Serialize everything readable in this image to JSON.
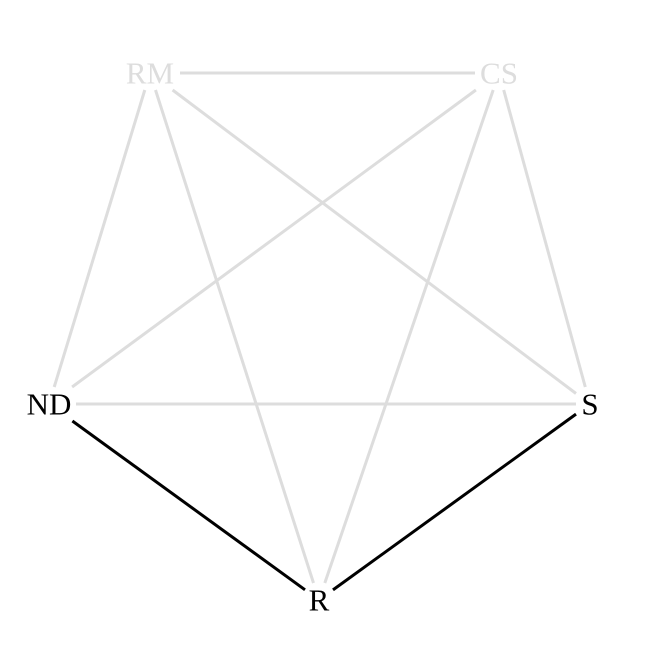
{
  "colors": {
    "background": "#ffffff",
    "active": "#000000",
    "inactive": "#dddddd"
  },
  "nodes": [
    {
      "id": "RM",
      "label": "RM",
      "state": "inactive"
    },
    {
      "id": "CS",
      "label": "CS",
      "state": "inactive"
    },
    {
      "id": "ND",
      "label": "ND",
      "state": "active"
    },
    {
      "id": "S",
      "label": "S",
      "state": "active"
    },
    {
      "id": "R",
      "label": "R",
      "state": "active"
    }
  ],
  "edges": [
    {
      "from": "RM",
      "to": "CS",
      "state": "inactive"
    },
    {
      "from": "RM",
      "to": "ND",
      "state": "inactive"
    },
    {
      "from": "RM",
      "to": "S",
      "state": "inactive"
    },
    {
      "from": "RM",
      "to": "R",
      "state": "inactive"
    },
    {
      "from": "CS",
      "to": "ND",
      "state": "inactive"
    },
    {
      "from": "CS",
      "to": "S",
      "state": "inactive"
    },
    {
      "from": "CS",
      "to": "R",
      "state": "inactive"
    },
    {
      "from": "ND",
      "to": "S",
      "state": "inactive"
    },
    {
      "from": "ND",
      "to": "R",
      "state": "active"
    },
    {
      "from": "S",
      "to": "R",
      "state": "active"
    }
  ]
}
